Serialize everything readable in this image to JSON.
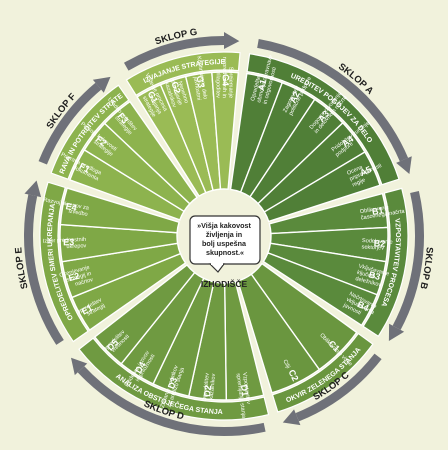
{
  "center": {
    "quote": "»Višja kakovost življenja in bolj uspešna skupnost.«",
    "quote_lines": [
      "»Višja kakovost",
      "življenja in",
      "bolj uspešna",
      "skupnost.«"
    ],
    "label": "IZHODIŠČE"
  },
  "sectors": [
    {
      "id": "A",
      "sklop": "SKLOP A",
      "band": "UREDITEV POGOJEV ZA DELO",
      "color": "#507f37",
      "items": [
        {
          "code": "A1",
          "text": "Opredelitev območja obravnave in odgovornosti"
        },
        {
          "code": "A2",
          "text": "Zagotovitev politične podpore"
        },
        {
          "code": "A3",
          "text": "Dogovor o vodenju in delovnem načrtu"
        },
        {
          "code": "A4",
          "text": "Pridobitev zunanje podpore"
        },
        {
          "code": "A5",
          "text": "Ocena pripravljenosti regije"
        }
      ]
    },
    {
      "id": "B",
      "sklop": "SKLOP B",
      "band": "VZPOSTAVITEV PROCESA",
      "color": "#5a8a3c",
      "items": [
        {
          "code": "B1",
          "text": "Oblikovanje časovnega načrta"
        },
        {
          "code": "B2",
          "text": "Sodelovanje sektorjev"
        },
        {
          "code": "B3",
          "text": "Vključevanje ključnih deležnikov"
        },
        {
          "code": "B4",
          "text": "Načrtovanje vključevanja javnosti"
        }
      ]
    },
    {
      "id": "C",
      "sklop": "SKLOP C",
      "band": "OKVIR ZELENEGA STANJA",
      "color": "#6a963f",
      "items": [
        {
          "code": "C1",
          "text": "Oblikovanje vizije"
        },
        {
          "code": "C2",
          "text": "Cilji"
        }
      ]
    },
    {
      "id": "D",
      "sklop": "SKLOP D",
      "band": "ANALIZA OBSTOJEČEGA STANJA",
      "color": "#6f9a41",
      "items": [
        {
          "code": "D1",
          "text": "Vzpostavitev spremljanja stanja"
        },
        {
          "code": "D2",
          "text": "Opredelitev kazalnikov"
        },
        {
          "code": "D3",
          "text": "Zbiranje podatkov za analizo stanja"
        },
        {
          "code": "D4",
          "text": "Evidenca izzivov in priložnosti"
        },
        {
          "code": "D5",
          "text": "Opredelitev vrednosti"
        }
      ]
    },
    {
      "id": "E",
      "sklop": "SKLOP E",
      "band": "OPREDELITEV SMERI UKREPANJA",
      "color": "#7fa846",
      "items": [
        {
          "code": "E1",
          "text": "Opredelitev strategij"
        },
        {
          "code": "E2",
          "text": "Ocenjevanje strategij in načrtov"
        },
        {
          "code": "E3",
          "text": "Izbor prednostnih ukrepov"
        },
        {
          "code": "E4",
          "text": "Razvoj ukrepov za izvedbo"
        }
      ]
    },
    {
      "id": "F",
      "sklop": "SKLOP F",
      "band": "PRIPRAVA IN POTRDITEV STRATEGIJE",
      "color": "#8db34e",
      "items": [
        {
          "code": "F1",
          "text": "Priprava predloga dokumenta"
        },
        {
          "code": "F2",
          "text": "Presoja kakovosti strategije"
        },
        {
          "code": "F3",
          "text": "Uradno potrditev strategije"
        }
      ]
    },
    {
      "id": "G",
      "sklop": "SKLOP G",
      "band": "IZVAJANJE STRATEGIJE",
      "color": "#9abb55",
      "items": [
        {
          "code": "G1",
          "text": "Vodenje procesa izvajanja strategije"
        },
        {
          "code": "G2",
          "text": "Nenehno spremljanje kazalnikov"
        },
        {
          "code": "G3",
          "text": "Kontinuirano delo z javnostmi"
        },
        {
          "code": "G4",
          "text": "Sprejemanje nepredvidenih in prilagoditev"
        }
      ]
    }
  ],
  "colors": {
    "background": "#f1f2dc",
    "arrow": "#6f7179",
    "outline": "#ffffff",
    "text": "#ffffff",
    "center_text": "#222222"
  }
}
